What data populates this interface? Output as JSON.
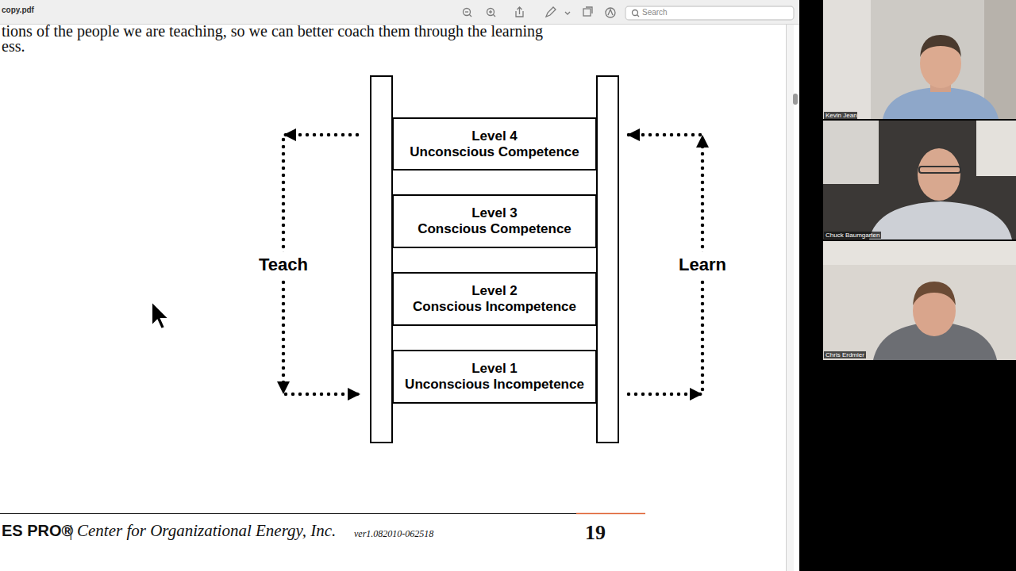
{
  "diagram": {
    "nodes": [
      {
        "text": [
          "Level 4",
          "Unconscious Competence"
        ]
      },
      {
        "text": [
          "Level 3",
          "Conscious Competence"
        ]
      },
      {
        "text": [
          "Level 2",
          "Conscious Incompetence"
        ]
      },
      {
        "text": [
          "Level 1",
          "Unconscious Incompetence"
        ]
      }
    ],
    "edges": [
      {
        "from": 0,
        "to": 3,
        "label": "Teach",
        "arrow": "to"
      },
      {
        "from": 3,
        "to": 0,
        "label": "Learn",
        "arrow": "to"
      }
    ],
    "labels": [
      "tions of the people we are teaching, so we can better coach them through the learning",
      "ess.",
      "copy.pdf",
      "Search",
      "ES PRO®",
      "| Center for Organizational Energy, Inc.",
      "ver1.082010-062518",
      "19",
      "Kevin Jean",
      "Chuck Baumgarten",
      "Chris Erdmier"
    ]
  }
}
